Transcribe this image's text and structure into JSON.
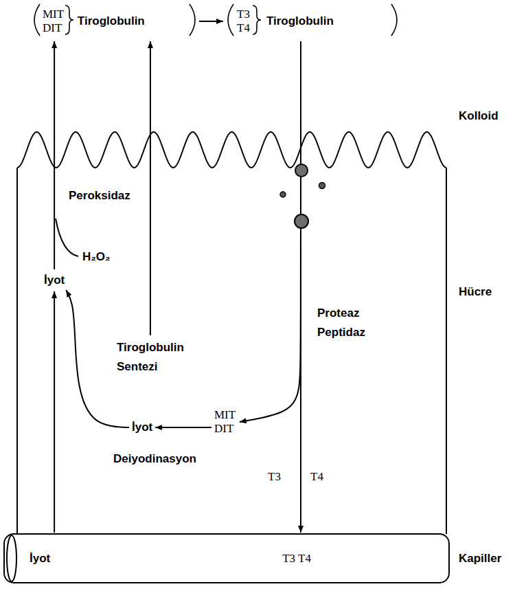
{
  "diagram": {
    "nodes": [
      {
        "text": [
          "MIT DIT",
          "Tiroglobulin"
        ]
      },
      {
        "text": [
          "T3 T4",
          "Tiroglobulin"
        ]
      },
      {
        "text": [
          "İyot"
        ]
      },
      {
        "text": [
          "Tiroglobulin Sentezi"
        ]
      },
      {
        "text": [
          "MIT DIT"
        ]
      },
      {
        "text": [
          "İyot"
        ]
      },
      {
        "text": [
          "İyot",
          "T3 T4"
        ]
      }
    ],
    "edges": [
      {
        "from": 6,
        "to": 2,
        "arrow": "to"
      },
      {
        "from": 2,
        "to": 0,
        "arrow": "to"
      },
      {
        "from": 3,
        "to": 0,
        "arrow": "to"
      },
      {
        "from": 0,
        "to": 1,
        "arrow": "to"
      },
      {
        "from": 1,
        "to": 6,
        "arrow": "to"
      },
      {
        "from": 1,
        "to": 4,
        "arrow": "to"
      },
      {
        "from": 4,
        "to": 5,
        "arrow": "to"
      },
      {
        "from": 5,
        "to": 2,
        "arrow": "to"
      }
    ],
    "labels": [
      "Kolloid",
      "Hücre",
      "Kapiller",
      "Peroksidaz",
      "H₂O₂",
      "Proteaz Peptidaz",
      "Deiyodinasyon",
      "T3",
      "T4"
    ]
  }
}
